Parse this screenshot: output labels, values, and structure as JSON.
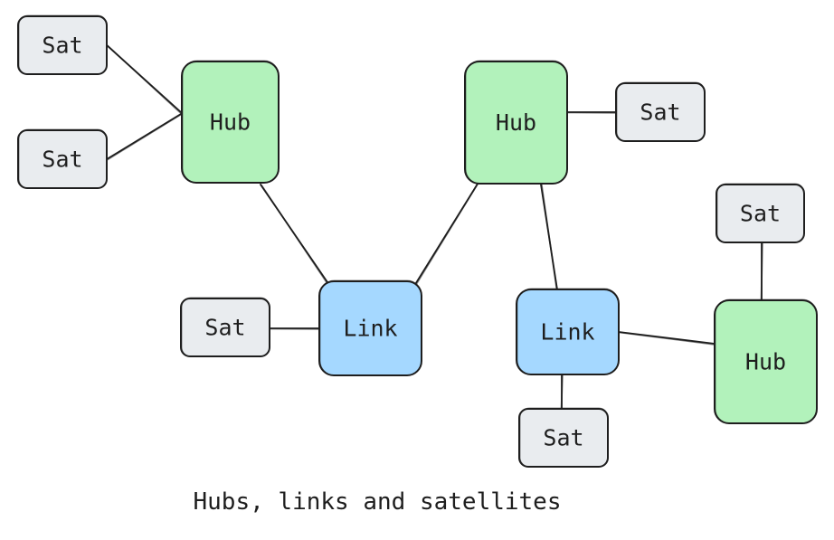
{
  "colors": {
    "hub_fill": "#b2f2bb",
    "link_fill": "#a5d8ff",
    "sat_fill": "#e9ecef",
    "stroke": "#1e1e1e"
  },
  "diagram": {
    "caption": "Hubs, links and satellites",
    "nodes": [
      {
        "id": "hub1",
        "kind": "hub",
        "label": "Hub"
      },
      {
        "id": "hub2",
        "kind": "hub",
        "label": "Hub"
      },
      {
        "id": "hub3",
        "kind": "hub",
        "label": "Hub"
      },
      {
        "id": "link1",
        "kind": "link",
        "label": "Link"
      },
      {
        "id": "link2",
        "kind": "link",
        "label": "Link"
      },
      {
        "id": "sat1",
        "kind": "sat",
        "label": "Sat"
      },
      {
        "id": "sat2",
        "kind": "sat",
        "label": "Sat"
      },
      {
        "id": "sat3",
        "kind": "sat",
        "label": "Sat"
      },
      {
        "id": "sat4",
        "kind": "sat",
        "label": "Sat"
      },
      {
        "id": "sat5",
        "kind": "sat",
        "label": "Sat"
      },
      {
        "id": "sat6",
        "kind": "sat",
        "label": "Sat"
      }
    ],
    "edges": [
      {
        "from": "sat1",
        "to": "hub1"
      },
      {
        "from": "sat2",
        "to": "hub1"
      },
      {
        "from": "hub1",
        "to": "link1"
      },
      {
        "from": "sat3",
        "to": "link1"
      },
      {
        "from": "link1",
        "to": "hub2"
      },
      {
        "from": "hub2",
        "to": "sat4"
      },
      {
        "from": "hub2",
        "to": "link2"
      },
      {
        "from": "link2",
        "to": "sat6"
      },
      {
        "from": "link2",
        "to": "hub3"
      },
      {
        "from": "sat5",
        "to": "hub3"
      }
    ]
  }
}
